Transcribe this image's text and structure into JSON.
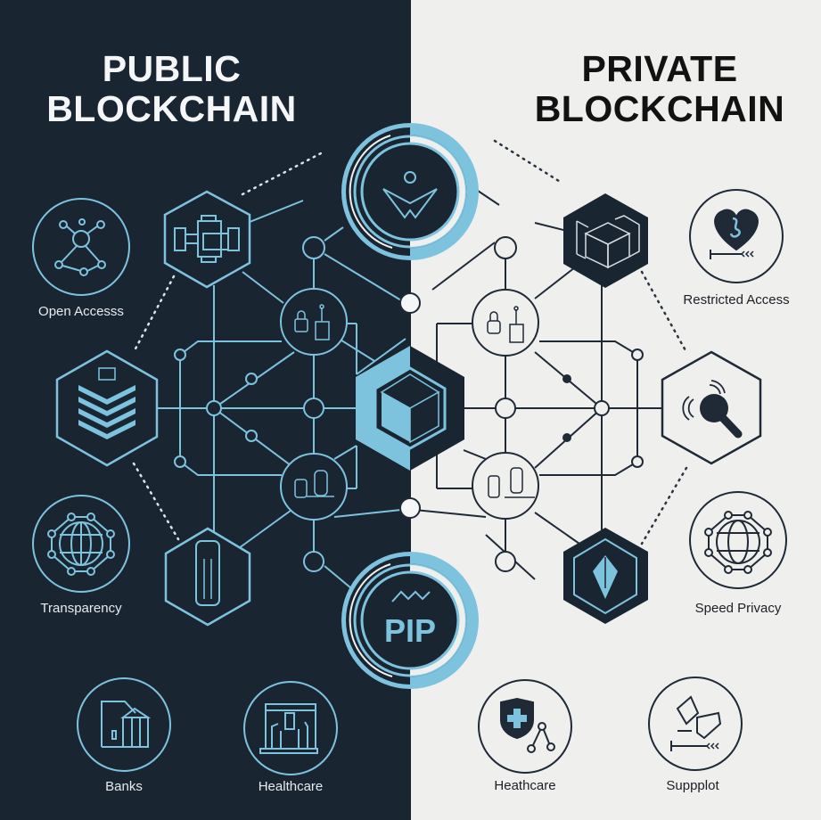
{
  "colors": {
    "left_bg": "#1a2532",
    "right_bg": "#efefee",
    "accent_blue": "#7ec3de",
    "dark_navy": "#1a2532",
    "white": "#f4f6f8"
  },
  "left": {
    "title_line1": "PUBLIC",
    "title_line2": "BLOCKCHAIN",
    "features": [
      {
        "label": "Open Accesss",
        "icon": "network-nodes-icon"
      },
      {
        "label": "Transparency",
        "icon": "globe-network-icon"
      },
      {
        "label": "Banks",
        "icon": "bank-building-icon"
      },
      {
        "label": "Healthcare",
        "icon": "hospital-building-icon"
      }
    ],
    "hexagons": [
      {
        "icon": "server-machine-icon"
      },
      {
        "icon": "stacked-chevrons-icon"
      },
      {
        "icon": "storage-cylinder-icon"
      }
    ]
  },
  "right": {
    "title_line1": "PRIVATE",
    "title_line2": "BLOCKCHAIN",
    "features": [
      {
        "label": "Restricted Access",
        "icon": "heart-hands-icon"
      },
      {
        "label": "Speed Privacy",
        "icon": "globe-network-icon"
      },
      {
        "label": "Heathcare",
        "icon": "shield-cross-icon"
      },
      {
        "label": "Suppplot",
        "icon": "supply-package-icon"
      }
    ],
    "hexagons": [
      {
        "icon": "package-boxes-icon"
      },
      {
        "icon": "magnifier-signal-icon"
      },
      {
        "icon": "diamond-crystal-icon"
      }
    ]
  },
  "center": {
    "top_ring_icon": "arrow-emblem-icon",
    "center_hex_icon": "cube-icon",
    "bottom_ring_icon": "pillars-emblem-icon",
    "bottom_ring_glyph": "PIP",
    "node_icons": [
      "lock-and-tag-icon",
      "lock-and-tag-icon",
      "devices-icon",
      "devices-icon"
    ]
  }
}
